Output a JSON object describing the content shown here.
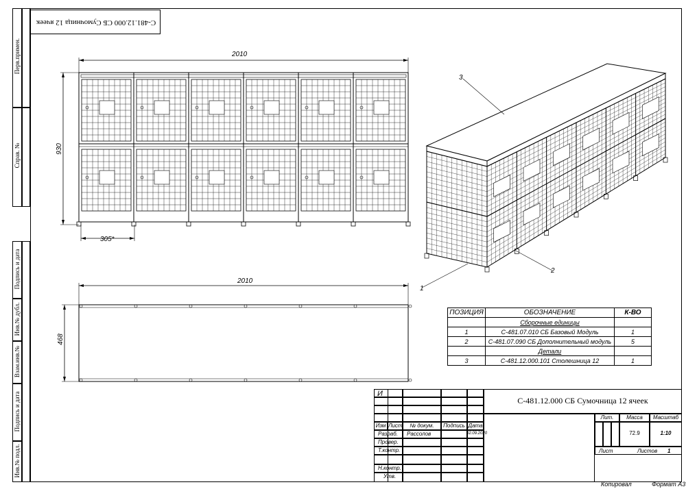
{
  "drawing": {
    "stamp_rotated": "С-481.12.000 СБ Сумочница 12 ячеек",
    "dims": {
      "front_width": "2010",
      "front_height": "930",
      "cell_width": "305*",
      "top_width": "2010",
      "top_depth": "468"
    },
    "callouts": [
      "1",
      "2",
      "3"
    ]
  },
  "side_stamps": {
    "perv_primen": "Перв.примен.",
    "sprav_no": "Справ. №",
    "podpis_data_1": "Подпись и дата",
    "inv_dubl": "Инв.№ дубл.",
    "vzam_inv": "Взам.инв.№",
    "podpis_data_2": "Подпись и дата",
    "inv_podl": "Инв.№ подл."
  },
  "spec_table": {
    "headers": [
      "ПОЗИЦИЯ",
      "ОБОЗНАЧЕНИЕ",
      "К-ВО"
    ],
    "section_assemblies": "Сборочные единицы",
    "section_parts": "Детали",
    "rows": [
      {
        "pos": "1",
        "name": "С-481.07.010 СБ Базовый Модуль",
        "qty": "1"
      },
      {
        "pos": "2",
        "name": "С-481.07.090 СБ Дополнительный модуль",
        "qty": "5"
      },
      {
        "pos": "3",
        "name": "С-481.12.000.101 Столешница 12",
        "qty": "1"
      }
    ]
  },
  "title_block": {
    "izm_marker": "И",
    "title": "С-481.12.000 СБ Сумочница 12 ячеек",
    "col_izm": "Изм",
    "col_list": "Лист",
    "col_dokum": "№ докум.",
    "col_podpis": "Подпись",
    "col_data": "Дата",
    "razrab": "Разраб.",
    "razrab_name": "Рассолов",
    "razrab_date": "02.09.2020",
    "prover": "Провер.",
    "tkontr": "Т.контр.",
    "nkontr": "Н.контр.",
    "utv": "Утв.",
    "lit": "Лит.",
    "massa": "Масса",
    "masshtab": "Масштаб",
    "massa_val": "72.9",
    "masshtab_val": "1:10",
    "list": "Лист",
    "listov": "Листов",
    "listov_val": "1"
  },
  "footer": {
    "kopiroval": "Копировал",
    "format": "Формат А3"
  }
}
